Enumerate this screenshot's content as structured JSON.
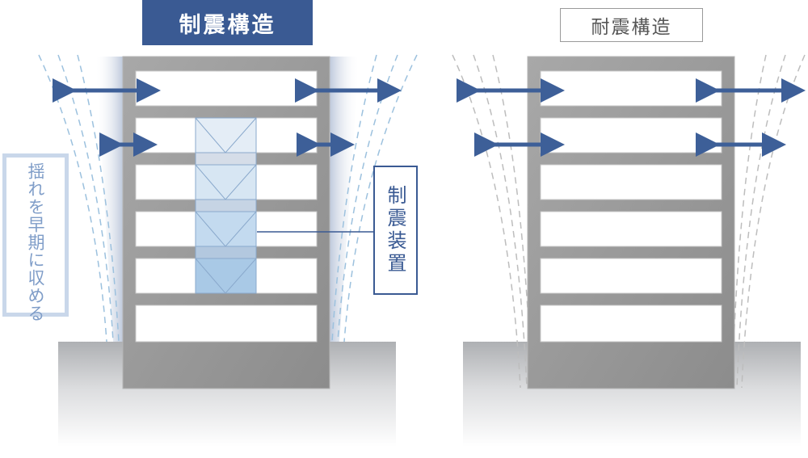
{
  "left_title": "制震構造",
  "right_title": "耐震構造",
  "device_label": "制震装置",
  "side_note": "揺れを早期に収める",
  "colors": {
    "accent_blue": "#3a5a93",
    "arrow_blue": "#3d5f98",
    "frame_gray": "#9a9a9a",
    "damper_blue": "#a9c9e6",
    "note_text": "#7f9dc8"
  }
}
